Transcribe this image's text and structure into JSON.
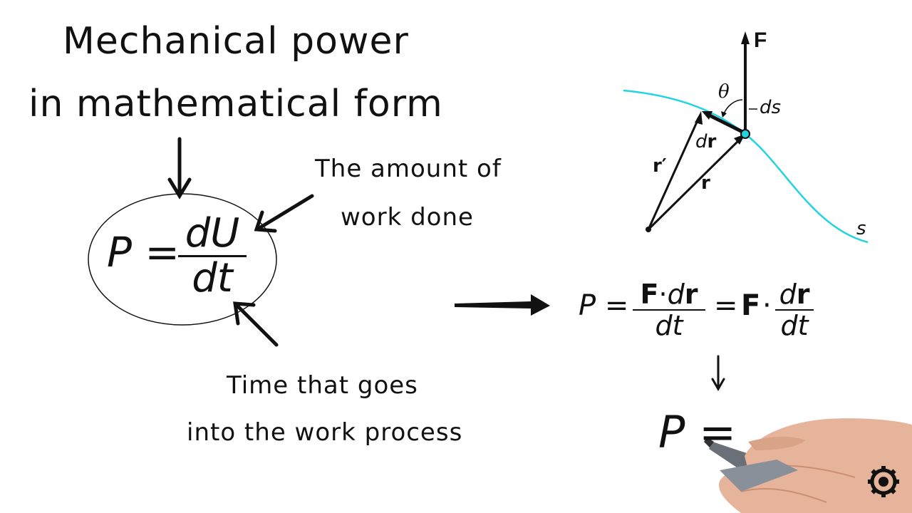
{
  "title": {
    "line1": "Mechanical power",
    "line2": "in mathematical form"
  },
  "notes": {
    "work": {
      "line1": "The amount of",
      "line2": "work done"
    },
    "time": {
      "line1": "Time that goes",
      "line2": "into the work process"
    }
  },
  "equation_main": {
    "lhs": "P =",
    "num": "dU",
    "den": "dt"
  },
  "equation_expanded": {
    "lhs": "P =",
    "num_bold1": "F",
    "num_dot": "·",
    "num_d": "d",
    "num_bold2": "r",
    "den": "dt",
    "eq": "=",
    "bold_F": "F",
    "dot": "·",
    "frac2_num_d": "d",
    "frac2_num_bold": "r",
    "frac2_den": "dt"
  },
  "equation_partial": {
    "text": "P ="
  },
  "diagram": {
    "force": "F",
    "angle": "θ",
    "ds": "ds",
    "dr_d": "d",
    "dr_r": "r",
    "r_prime": "r′",
    "r": "r",
    "path": "s"
  },
  "colors": {
    "path": "#22d3e0",
    "ink": "#111111"
  },
  "icons": {
    "logo": "gear-logo-icon",
    "hand": "hand-with-marker"
  }
}
